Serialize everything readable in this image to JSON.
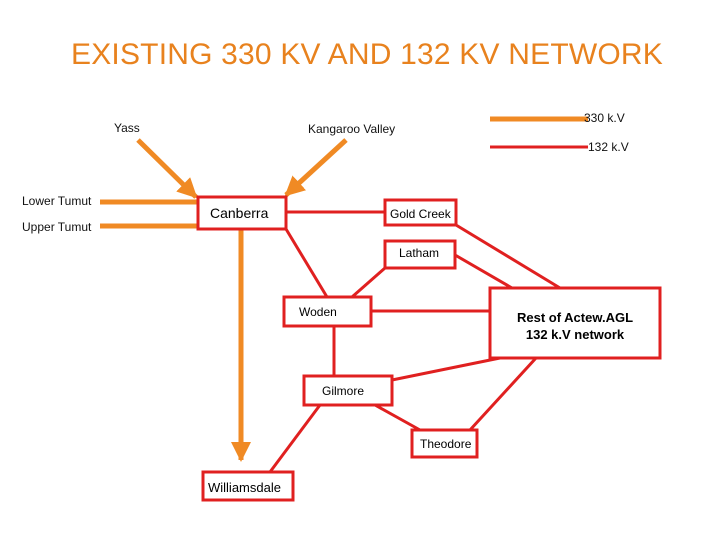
{
  "title": "EXISTING 330 KV AND 132 KV NETWORK",
  "colors": {
    "kv330": "#F08A24",
    "kv132": "#E02020",
    "title": "#E8821E"
  },
  "legend": [
    {
      "label": "330 k.V",
      "color": "#F08A24"
    },
    {
      "label": "132 k.V",
      "color": "#E02020"
    }
  ],
  "sources": {
    "yass": "Yass",
    "kangaroo_valley": "Kangaroo Valley",
    "lower_tumut": "Lower Tumut",
    "upper_tumut": "Upper Tumut"
  },
  "nodes": {
    "canberra": "Canberra",
    "gold_creek": "Gold Creek",
    "latham": "Latham",
    "woden": "Woden",
    "rest_line1": "Rest of Actew.AGL",
    "rest_line2": "132 k.V network",
    "gilmore": "Gilmore",
    "theodore": "Theodore",
    "williamsdale": "Williamsdale"
  }
}
